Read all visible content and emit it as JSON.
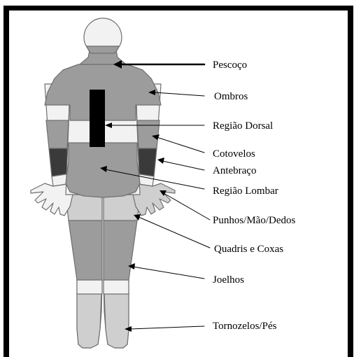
{
  "colors": {
    "frame": "#000000",
    "outline": "#6f6f6f",
    "skin_light": "#f2f2f2",
    "zone_medium": "#9c9c9c",
    "zone_light": "#cfcfcf",
    "zone_dark": "#3a3a3a",
    "dorsal": "#000000",
    "arrow": "#000000"
  },
  "labels": {
    "neck": "Pescoço",
    "shoulders": "Ombros",
    "upper_back": "Região Dorsal",
    "elbows": "Cotovelos",
    "forearm": "Antebraço",
    "lower_back": "Região Lombar",
    "wrists_hands": "Punhos/Mão/Dedos",
    "hips_thighs": "Quadris e Coxas",
    "knees": "Joelhos",
    "ankles_feet": "Tornozelos/Pés"
  }
}
